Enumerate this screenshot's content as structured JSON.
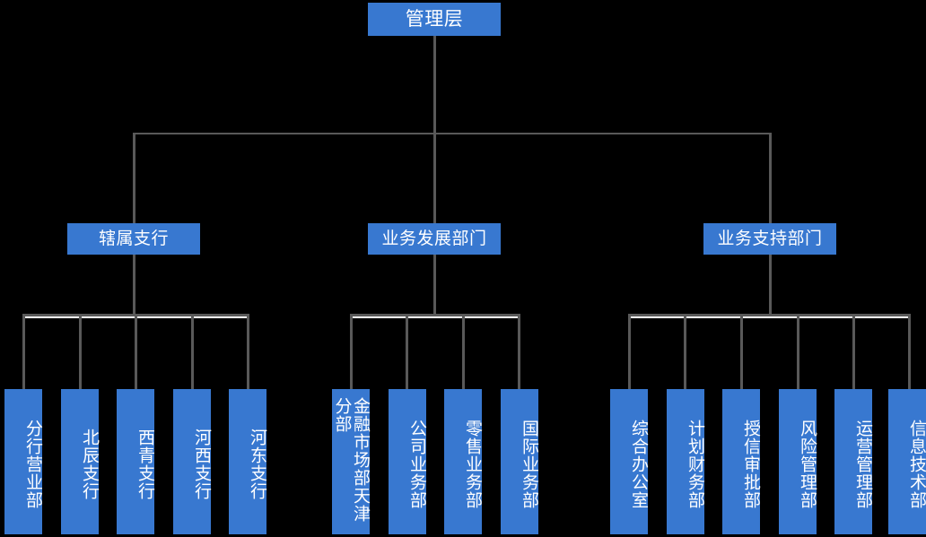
{
  "diagram": {
    "title": "管理层",
    "type": "organization-chart",
    "colors": {
      "node_fill": "#3878d0",
      "node_text": "#ffffff",
      "connector": "#595959",
      "background": "#000000"
    },
    "root": {
      "label": "管理层"
    },
    "branches": [
      {
        "label": "辖属支行",
        "children": [
          {
            "label": "分行营业部"
          },
          {
            "label": "北辰支行"
          },
          {
            "label": "西青支行"
          },
          {
            "label": "河西支行"
          },
          {
            "label": "河东支行"
          }
        ]
      },
      {
        "label": "业务发展部门",
        "children": [
          {
            "label": "金融市场部天津分部"
          },
          {
            "label": "公司业务部"
          },
          {
            "label": "零售业务部"
          },
          {
            "label": "国际业务部"
          }
        ]
      },
      {
        "label": "业务支持部门",
        "children": [
          {
            "label": "综合办公室"
          },
          {
            "label": "计划财务部"
          },
          {
            "label": "授信审批部"
          },
          {
            "label": "风险管理部"
          },
          {
            "label": "运营管理部"
          },
          {
            "label": "信息技术部"
          }
        ]
      }
    ]
  }
}
